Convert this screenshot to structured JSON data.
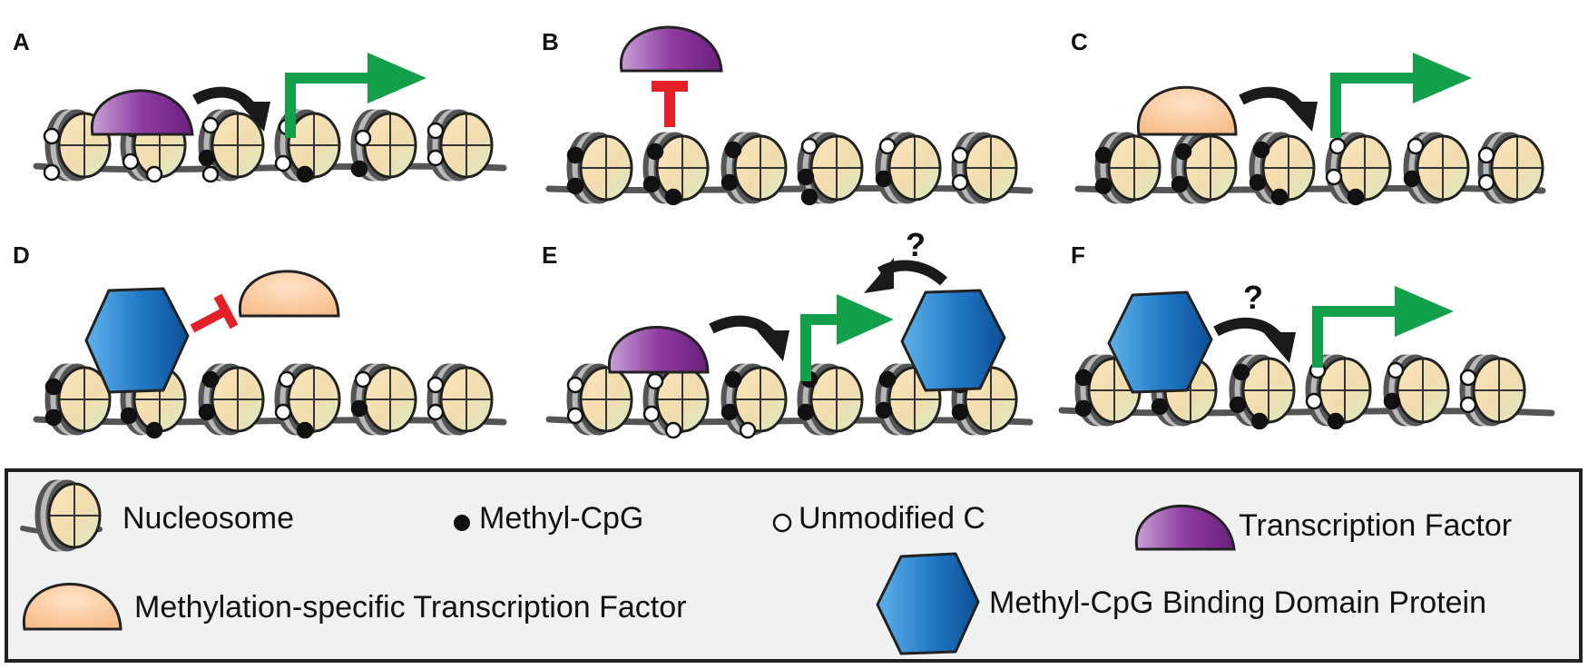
{
  "panels": [
    {
      "id": "A",
      "label": "A"
    },
    {
      "id": "B",
      "label": "B"
    },
    {
      "id": "C",
      "label": "C"
    },
    {
      "id": "D",
      "label": "D"
    },
    {
      "id": "E",
      "label": "E",
      "question": "?"
    },
    {
      "id": "F",
      "label": "F",
      "question": "?"
    }
  ],
  "legend": {
    "nucleosome": "Nucleosome",
    "methyl_cpg": "Methyl-CpG",
    "unmodified_c": "Unmodified C",
    "transcription_factor": "Transcription Factor",
    "methylation_specific_tf": "Methylation-specific Transcription Factor",
    "mbd_protein": "Methyl-CpG Binding Domain Protein"
  },
  "colors": {
    "tf_purple": "#7a2a8c",
    "mstf_peach": "#f7c79a",
    "mbd_blue": "#1e73be",
    "activation_arrow": "#12a04a",
    "repression_bar": "#e32028",
    "nucleosome_core": "#f3dfb0",
    "nucleosome_core_alt": "#dcebc8",
    "dna": "#555555",
    "legend_bg": "#f0f2f1"
  }
}
